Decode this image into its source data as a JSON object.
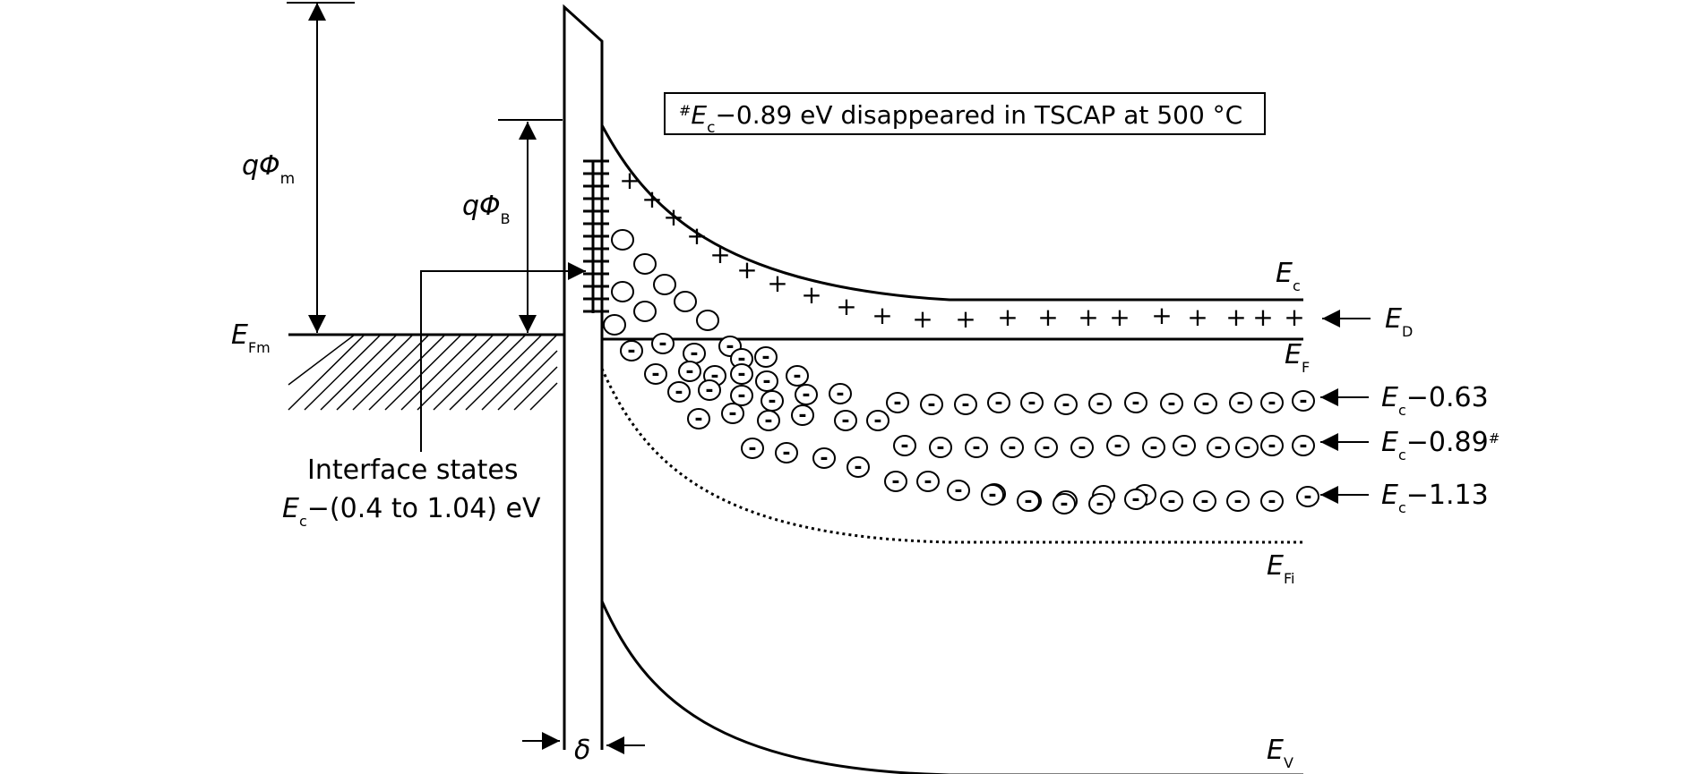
{
  "diagram": {
    "note": {
      "mark": "#",
      "sym": "E",
      "sub": "c",
      "rest": "−0.89 eV disappeared in TSCAP at 500 °C"
    },
    "labels": {
      "q_phi_m": {
        "q": "q",
        "sym": "Φ",
        "sub": "m"
      },
      "q_phi_b": {
        "q": "q",
        "sym": "Φ",
        "sub": "B"
      },
      "e_fm": {
        "sym": "E",
        "sub": "Fm"
      },
      "e_c": {
        "sym": "E",
        "sub": "c"
      },
      "e_d": {
        "sym": "E",
        "sub": "D"
      },
      "e_f": {
        "sym": "E",
        "sub": "F"
      },
      "e_fi": {
        "sym": "E",
        "sub": "Fi"
      },
      "e_v": {
        "sym": "E",
        "sub": "V"
      },
      "delta": "δ"
    },
    "traps": [
      {
        "sym": "E",
        "sub": "c",
        "val": "−0.63",
        "mark": ""
      },
      {
        "sym": "E",
        "sub": "c",
        "val": "−0.89",
        "mark": "#"
      },
      {
        "sym": "E",
        "sub": "c",
        "val": "−1.13",
        "mark": ""
      }
    ],
    "interface": {
      "line1": "Interface states",
      "sym": "E",
      "sub": "c",
      "line2_rest": "−(0.4 to 1.04) eV"
    },
    "symbols": {
      "plus": "+",
      "minus": "-"
    }
  }
}
